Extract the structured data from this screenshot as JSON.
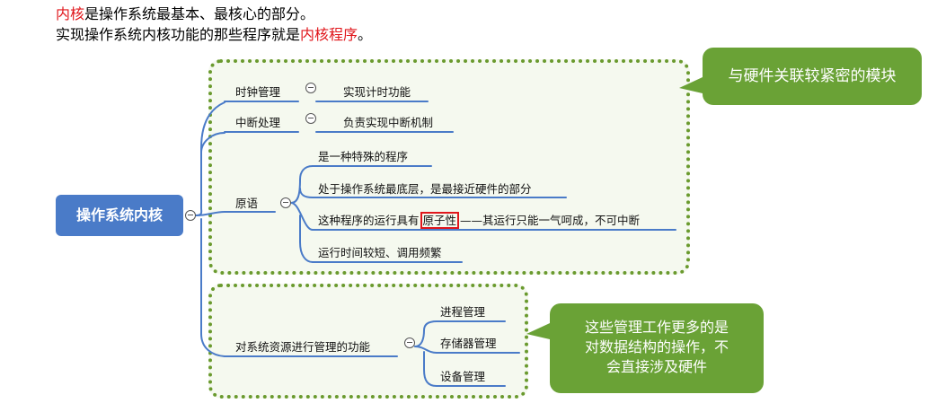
{
  "intro": {
    "line1_highlight": "内核",
    "line1_rest": "是操作系统最基本、最核心的部分。",
    "line2_rest": "实现操作系统内核功能的那些程序就是",
    "line2_highlight": "内核程序",
    "line2_end": "。"
  },
  "mindmap": {
    "root": "操作系统内核",
    "branches": {
      "clock": {
        "label": "时钟管理",
        "child": "实现计时功能"
      },
      "interrupt": {
        "label": "中断处理",
        "child": "负责实现中断机制"
      },
      "primitive": {
        "label": "原语",
        "children": {
          "c1": "是一种特殊的程序",
          "c2": "处于操作系统最底层，是最接近硬件的部分",
          "c3_before": "这种程序的运行具有",
          "c3_highlight": "原子性",
          "c3_after": "——其运行只能一气呵成，不可中断",
          "c4": "运行时间较短、调用频繁"
        }
      },
      "resource": {
        "label": "对系统资源进行管理的功能",
        "children": [
          "进程管理",
          "存储器管理",
          "设备管理"
        ]
      }
    }
  },
  "callouts": {
    "top": "与硬件关联较紧密的模块",
    "bottom": "这些管理工作更多的是\n对数据结构的操作，不\n会直接涉及硬件"
  },
  "colors": {
    "root_fill": "#4a7bc8",
    "line": "#4a7bc8",
    "highlight": "#e0161b",
    "callout_fill": "#6aa236",
    "dotted_border": "#6a9a2e"
  }
}
